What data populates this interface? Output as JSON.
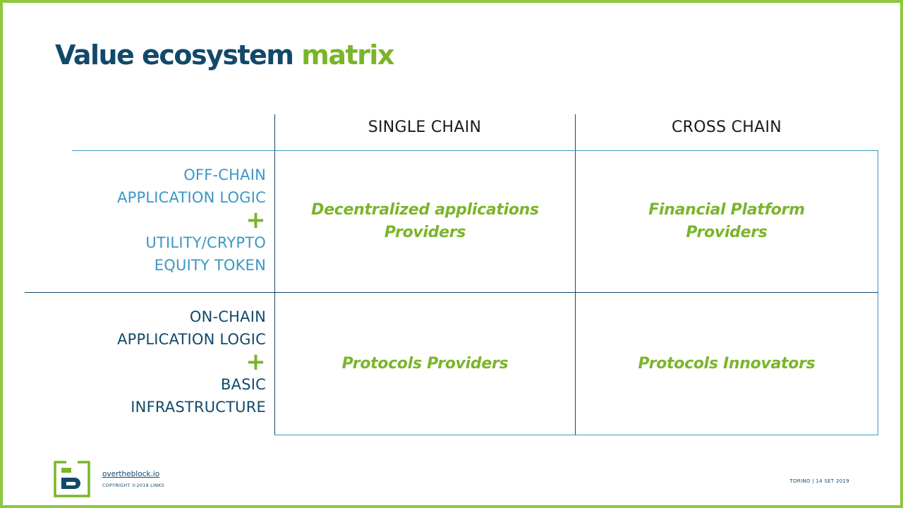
{
  "title": {
    "part1": "Value ecosystem",
    "part2": "matrix"
  },
  "columns": [
    "SINGLE CHAIN",
    "CROSS CHAIN"
  ],
  "rows": [
    {
      "label_top": [
        "OFF-CHAIN",
        "APPLICATION LOGIC"
      ],
      "plus": "+",
      "label_bottom": [
        "UTILITY/CRYPTO",
        "EQUITY TOKEN"
      ]
    },
    {
      "label_top": [
        "ON-CHAIN",
        "APPLICATION LOGIC"
      ],
      "plus": "+",
      "label_bottom": [
        "BASIC",
        "INFRASTRUCTURE"
      ]
    }
  ],
  "cells": [
    [
      "Decentralized applications",
      "Providers"
    ],
    [
      "Financial Platform",
      "Providers"
    ],
    [
      "Protocols Providers"
    ],
    [
      "Protocols Innovators"
    ]
  ],
  "footer": {
    "link": "overtheblock.io",
    "copyright": "COPYRIGHT ©2019 LINKS",
    "place_date": "TORINO | 14 SET 2019"
  },
  "colors": {
    "navy": "#12496b",
    "green": "#7ab52a",
    "blue": "#3b97c5",
    "frame": "#8dc63f"
  }
}
